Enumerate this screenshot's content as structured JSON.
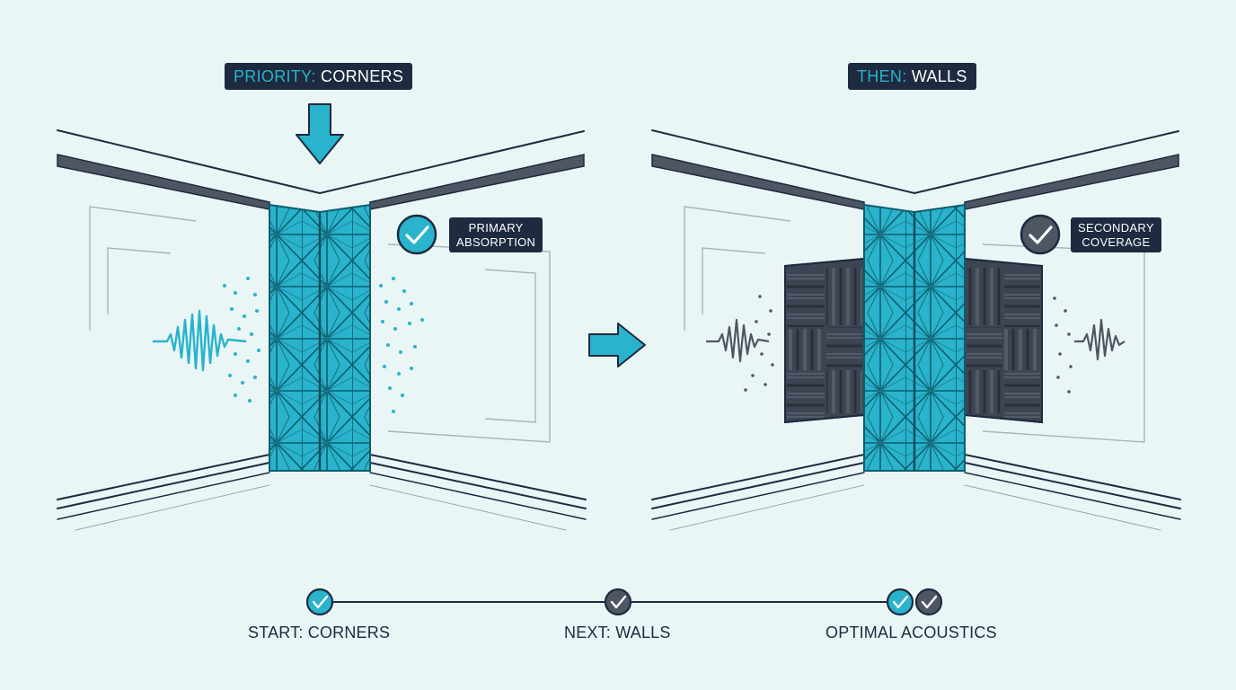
{
  "left_panel": {
    "banner_prefix": "PRIORITY:",
    "banner_suffix": "CORNERS",
    "note_line1": "PRIMARY",
    "note_line2": "ABSORPTION"
  },
  "right_panel": {
    "banner_prefix": "THEN:",
    "banner_suffix": "WALLS",
    "note_line1": "SECONDARY",
    "note_line2": "COVERAGE"
  },
  "timeline": {
    "steps": [
      {
        "label": "START: CORNERS"
      },
      {
        "label": "NEXT: WALLS"
      },
      {
        "label": "OPTIMAL ACOUSTICS"
      }
    ]
  },
  "colors": {
    "teal": "#29b3cc",
    "navy": "#1d2a3f",
    "slate": "#4f5663",
    "background": "#eaf6f6"
  },
  "icons": [
    "down-arrow-icon",
    "check-icon",
    "right-arrow-icon",
    "sound-wave-icon"
  ]
}
